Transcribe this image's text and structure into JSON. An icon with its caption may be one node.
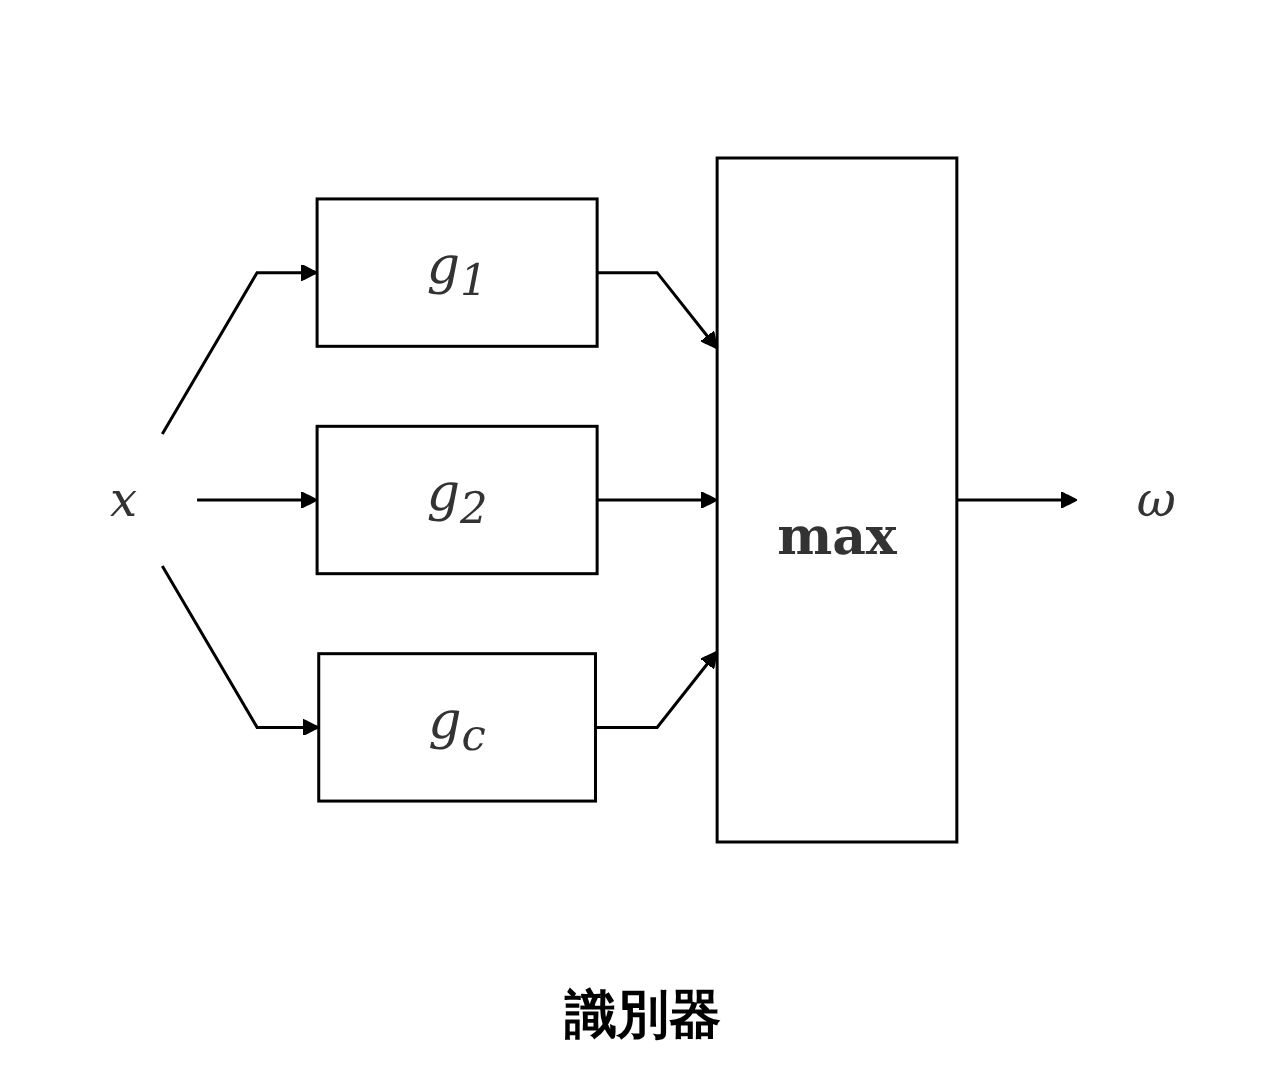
{
  "diagram": {
    "caption": "識別器",
    "nodes": [
      {
        "text": [
          "x"
        ]
      },
      {
        "text": [
          "g$_{1}$"
        ]
      },
      {
        "text": [
          "g$_{2}$"
        ]
      },
      {
        "text": [
          "g$_{c}$"
        ]
      },
      {
        "text": [
          "max"
        ]
      },
      {
        "text": [
          "ω"
        ]
      }
    ],
    "edges": [
      {
        "from": 0,
        "to": 1,
        "arrow": "to"
      },
      {
        "from": 0,
        "to": 2,
        "arrow": "to"
      },
      {
        "from": 0,
        "to": 3,
        "arrow": "to"
      },
      {
        "from": 1,
        "to": 4,
        "arrow": "to"
      },
      {
        "from": 2,
        "to": 4,
        "arrow": "to"
      },
      {
        "from": 3,
        "to": 4,
        "arrow": "to"
      },
      {
        "from": 4,
        "to": 5,
        "arrow": "to"
      }
    ]
  }
}
